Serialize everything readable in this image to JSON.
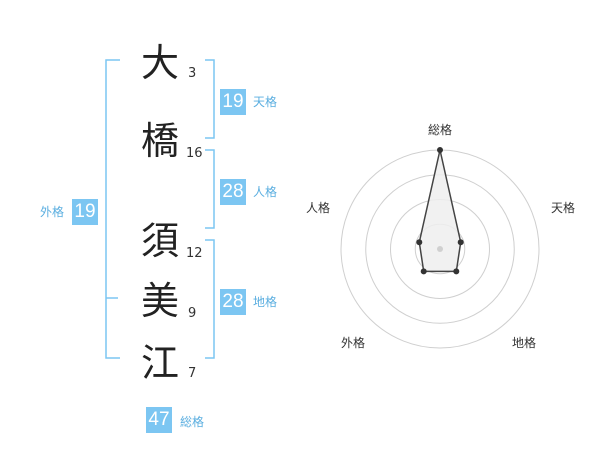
{
  "name_chars": [
    {
      "char": "大",
      "strokes": "3"
    },
    {
      "char": "橋",
      "strokes": "16"
    },
    {
      "char": "須",
      "strokes": "12"
    },
    {
      "char": "美",
      "strokes": "9"
    },
    {
      "char": "江",
      "strokes": "7"
    }
  ],
  "fortunes": {
    "tenkaku": {
      "label": "天格",
      "value": "19"
    },
    "jinkaku": {
      "label": "人格",
      "value": "28"
    },
    "chikaku": {
      "label": "地格",
      "value": "28"
    },
    "gaikaku": {
      "label": "外格",
      "value": "19"
    },
    "soukaku": {
      "label": "総格",
      "value": "47"
    }
  },
  "colors": {
    "accent": "#7cc6f2",
    "accent_text": "#5aaee0",
    "radar_fill": "#eeeeee",
    "radar_line": "#444444"
  },
  "chart_data": {
    "type": "radar",
    "axes": [
      "総格",
      "天格",
      "地格",
      "外格",
      "人格"
    ],
    "rings": 4,
    "values": [
      1.0,
      0.22,
      0.28,
      0.28,
      0.22
    ]
  }
}
